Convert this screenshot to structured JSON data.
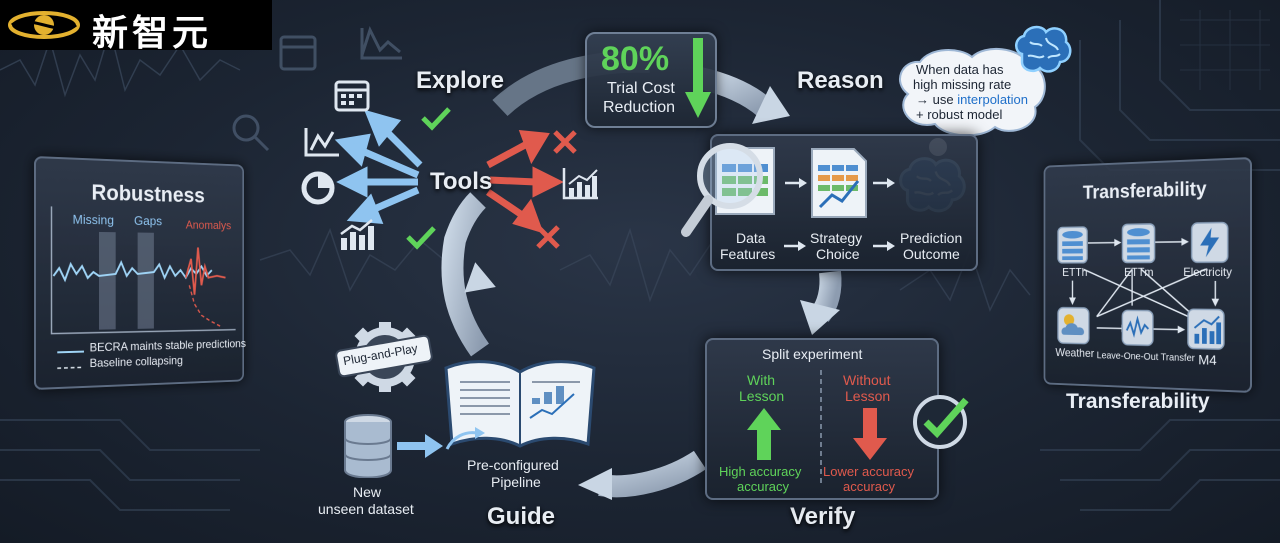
{
  "logo": {
    "text": "新智元"
  },
  "stages": {
    "explore": "Explore",
    "reason": "Reason",
    "verify": "Verify",
    "guide": "Guide"
  },
  "center": {
    "tools": "Tools"
  },
  "cost": {
    "value": "80%",
    "line1": "Trial Cost",
    "line2": "Reduction"
  },
  "thought": {
    "line1": "When data has",
    "line2": "high missing rate",
    "line3_prefix": "→ use ",
    "line3_highlight": "interpolation",
    "line4": "+ robust model"
  },
  "reason_flow": {
    "step1_a": "Data",
    "step1_b": "Features",
    "step2_a": "Strategy",
    "step2_b": "Choice",
    "step3_a": "Prediction",
    "step3_b": "Outcome"
  },
  "robustness": {
    "title": "Robustness",
    "missing": "Missing",
    "gaps": "Gaps",
    "anomalys": "Anomalys",
    "legend1": "BECRA maints stable predictions",
    "legend2": "Baseline collapsing"
  },
  "transfer": {
    "title": "Transferability",
    "caption": "Transferability",
    "ettH": "ETTh",
    "ettM": "ETTm",
    "electricity": "Electricity",
    "weather": "Weather",
    "loo": "Leave-One-Out Transfer",
    "m4": "M4"
  },
  "verify_panel": {
    "title": "Split experiment",
    "with_a": "With",
    "with_b": "Lesson",
    "without_a": "Without",
    "without_b": "Lesson",
    "high_a": "High accuracy",
    "high_b": "accuracy",
    "low_a": "Lower accuracy",
    "low_b": "accuracy"
  },
  "guide_panel": {
    "badge": "Plug-and-Play",
    "pipeline_a": "Pre-configured",
    "pipeline_b": "Pipeline",
    "dataset_a": "New",
    "dataset_b": "unseen dataset"
  },
  "colors": {
    "accent_green": "#5fd35a",
    "accent_red": "#e05a4d",
    "accent_blue": "#8fc4f0",
    "bg": "#1c2533"
  }
}
